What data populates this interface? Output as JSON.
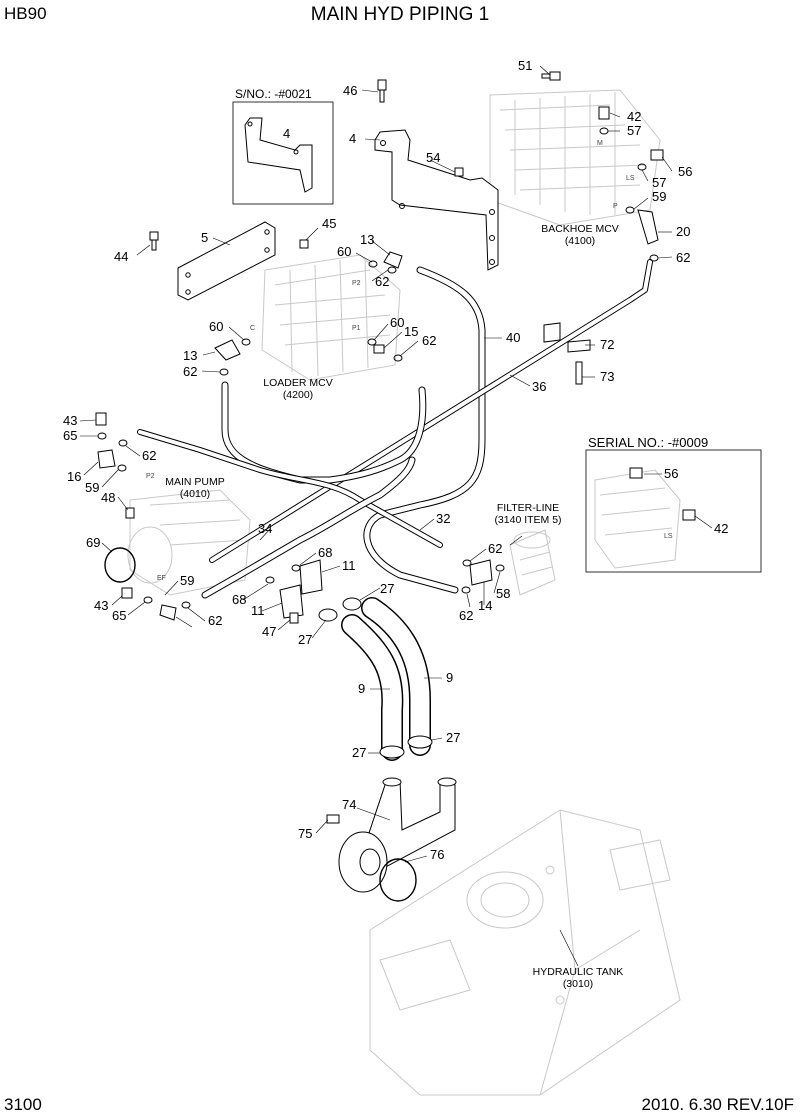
{
  "header": {
    "model": "HB90",
    "title": "MAIN HYD PIPING 1"
  },
  "footer": {
    "page": "3100",
    "revision": "2010. 6.30  REV.10F"
  },
  "captions": {
    "sno": "S/NO.: -#0021",
    "backhoe_mcv": "BACKHOE MCV",
    "backhoe_mcv_no": "(4100)",
    "loader_mcv": "LOADER MCV",
    "loader_mcv_no": "(4200)",
    "main_pump": "MAIN PUMP",
    "main_pump_no": "(4010)",
    "filter_line": "FILTER-LINE",
    "filter_line_no": "(3140 ITEM 5)",
    "serial_no": "SERIAL NO.: -#0009",
    "hydraulic_tank": "HYDRAULIC TANK",
    "hydraulic_tank_no": "(3010)"
  },
  "ports": [
    "M",
    "LS",
    "P",
    "P2",
    "C",
    "P1",
    "P2",
    "EF",
    "LS"
  ],
  "callouts": [
    "51",
    "46",
    "42",
    "57",
    "4",
    "4",
    "54",
    "56",
    "57",
    "59",
    "20",
    "62",
    "45",
    "44",
    "5",
    "13",
    "60",
    "62",
    "40",
    "60",
    "15",
    "62",
    "60",
    "13",
    "62",
    "72",
    "73",
    "36",
    "43",
    "65",
    "62",
    "16",
    "59",
    "48",
    "32",
    "62",
    "34",
    "69",
    "68",
    "11",
    "27",
    "59",
    "43",
    "65",
    "68",
    "11",
    "47",
    "27",
    "14",
    "58",
    "62",
    "62",
    "9",
    "9",
    "27",
    "27",
    "74",
    "75",
    "76",
    "56",
    "42"
  ]
}
